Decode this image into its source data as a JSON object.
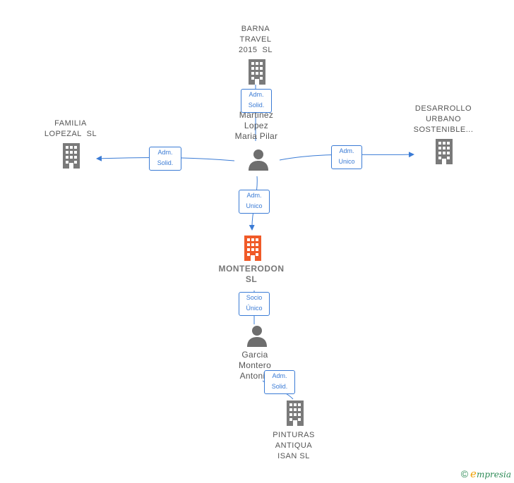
{
  "colors": {
    "edge": "#3a7bd5",
    "building": "#7a7a7a",
    "building_focus": "#f05a28",
    "person": "#6e6e6e",
    "label": "#555555"
  },
  "nodes": {
    "barna": {
      "lines": [
        "BARNA",
        "TRAVEL",
        "2015  SL"
      ],
      "icon": "building-icon"
    },
    "familia": {
      "lines": [
        "FAMILIA",
        "LOPEZAL  SL"
      ],
      "icon": "building-icon"
    },
    "desarrollo": {
      "lines": [
        "DESARROLLO",
        "URBANO",
        "SOSTENIBLE..."
      ],
      "icon": "building-icon"
    },
    "martinez": {
      "lines": [
        "Martinez",
        "Lopez",
        "Maria Pilar"
      ],
      "icon": "person-icon"
    },
    "monterodon": {
      "lines": [
        "MONTERODON",
        "SL"
      ],
      "icon": "building-icon"
    },
    "garcia": {
      "lines": [
        "Garcia",
        "Montero",
        "Antonio"
      ],
      "icon": "person-icon"
    },
    "pinturas": {
      "lines": [
        "PINTURAS",
        "ANTIQUA",
        "ISAN SL"
      ],
      "icon": "building-icon"
    }
  },
  "edges": {
    "martinez_barna": [
      "Adm.",
      "Solid."
    ],
    "martinez_familia": [
      "Adm.",
      "Solid."
    ],
    "martinez_desarrollo": [
      "Adm.",
      "Unico"
    ],
    "martinez_monterodon": [
      "Adm.",
      "Unico"
    ],
    "garcia_monterodon": [
      "Socio",
      "Único"
    ],
    "garcia_pinturas": [
      "Adm.",
      "Solid."
    ]
  },
  "brand": {
    "copyright": "©",
    "first_letter": "e",
    "rest": "mpresia"
  }
}
